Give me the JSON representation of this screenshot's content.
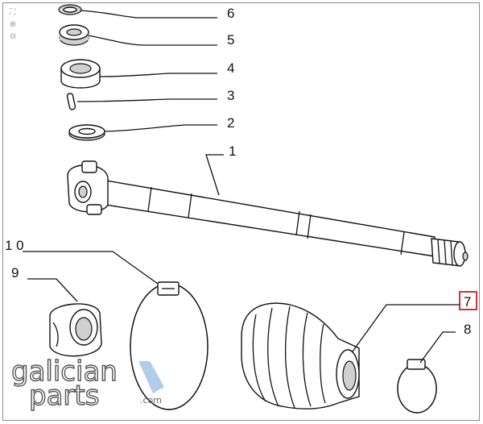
{
  "callouts": {
    "c1": "1",
    "c2": "2",
    "c3": "3",
    "c4": "4",
    "c5": "5",
    "c6": "6",
    "c7": "7",
    "c8": "8",
    "c9": "9",
    "c10": "1 0"
  },
  "highlight_color": "#cc0000",
  "watermark": {
    "line1": "galician",
    "line2": "parts",
    "suffix": ".com"
  },
  "tools": {
    "fit_icon": "fit-to-screen-icon",
    "zoom_in_icon": "zoom-in-icon",
    "zoom_out_icon": "zoom-out-icon"
  }
}
